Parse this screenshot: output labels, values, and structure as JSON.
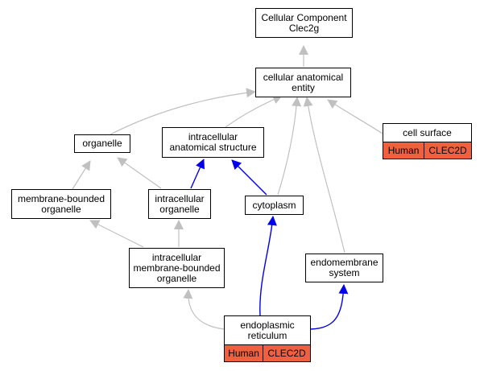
{
  "nodes": {
    "root": {
      "lines": [
        "Cellular Component",
        "Clec2g"
      ]
    },
    "cae": {
      "lines": [
        "cellular anatomical",
        "entity"
      ]
    },
    "organelle": {
      "lines": [
        "organelle"
      ]
    },
    "ias": {
      "lines": [
        "intracellular",
        "anatomical structure"
      ]
    },
    "cell_surface": {
      "lines": [
        "cell surface"
      ],
      "annotation": [
        "Human",
        "CLEC2D"
      ]
    },
    "mbo": {
      "lines": [
        "membrane-bounded",
        "organelle"
      ]
    },
    "io": {
      "lines": [
        "intracellular",
        "organelle"
      ]
    },
    "cytoplasm": {
      "lines": [
        "cytoplasm"
      ]
    },
    "imbo": {
      "lines": [
        "intracellular",
        "membrane-bounded",
        "organelle"
      ]
    },
    "endomembrane": {
      "lines": [
        "endomembrane",
        "system"
      ]
    },
    "er": {
      "lines": [
        "endoplasmic",
        "reticulum"
      ],
      "annotation": [
        "Human",
        "CLEC2D"
      ]
    }
  },
  "colors": {
    "is_a_edge": "#c0c0c0",
    "part_of_edge": "#0000ee",
    "annotation_fill": "#f0603e"
  }
}
